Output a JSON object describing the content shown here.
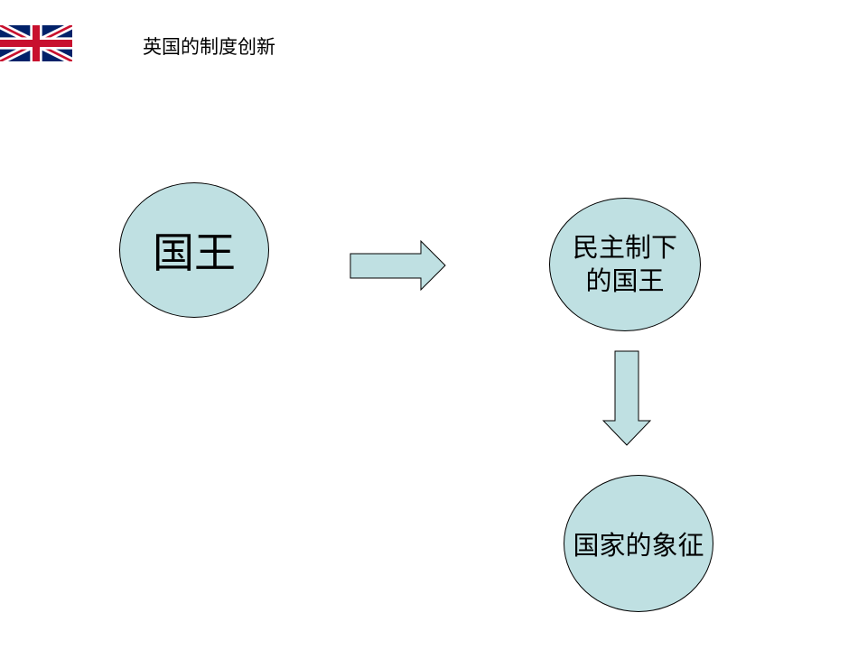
{
  "header": {
    "title": "英国的制度创新",
    "flag_icon": "uk-flag-icon"
  },
  "diagram": {
    "nodes": [
      {
        "id": "king",
        "label": "国王"
      },
      {
        "id": "constitutional-king",
        "label": "民主制下的国王"
      },
      {
        "id": "symbol",
        "label": "国家的象征"
      }
    ],
    "edges": [
      {
        "from": "king",
        "to": "constitutional-king"
      },
      {
        "from": "constitutional-king",
        "to": "symbol"
      }
    ]
  },
  "colors": {
    "node_fill": "#bfe0e2",
    "arrow_fill": "#bfe0e2",
    "outline": "#000000",
    "flag_blue": "#012169",
    "flag_red": "#c8102e"
  }
}
